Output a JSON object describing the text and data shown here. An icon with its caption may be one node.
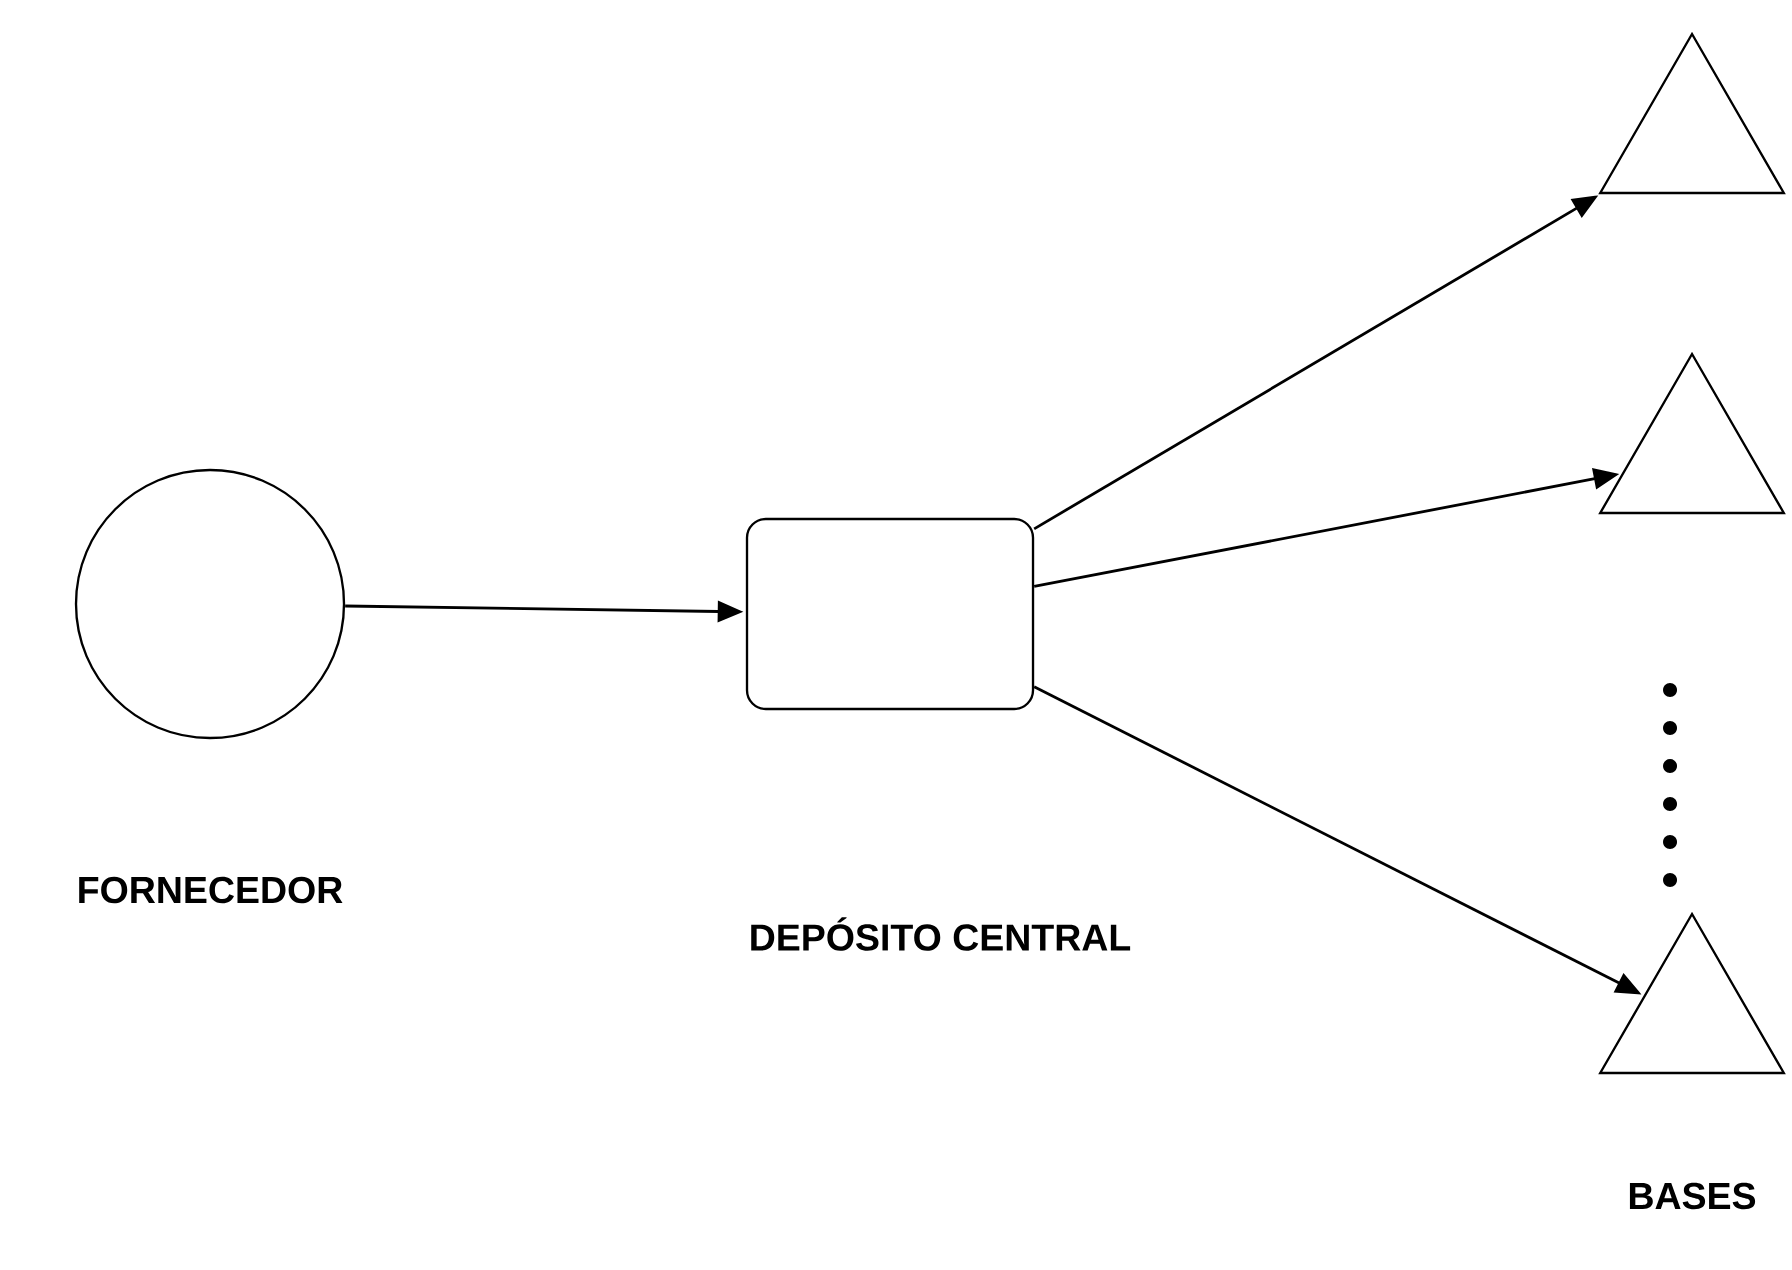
{
  "diagram": {
    "nodes": [
      {
        "text": [],
        "shape": "circle",
        "beside": [
          "FORNECEDOR"
        ]
      },
      {
        "text": [],
        "shape": "box"
      },
      {
        "text": [],
        "shape": "triangle"
      },
      {
        "text": [],
        "shape": "triangle"
      },
      {
        "text": [],
        "shape": "triangle"
      }
    ],
    "edges": [
      {
        "from": 0,
        "to": 1,
        "arrow": "to"
      },
      {
        "from": 1,
        "to": 2,
        "arrow": "to"
      },
      {
        "from": 1,
        "to": 3,
        "arrow": "to"
      },
      {
        "from": 1,
        "to": 4,
        "arrow": "to"
      }
    ],
    "labels": [
      "DEPÓSITO CENTRAL",
      "BASES"
    ]
  }
}
